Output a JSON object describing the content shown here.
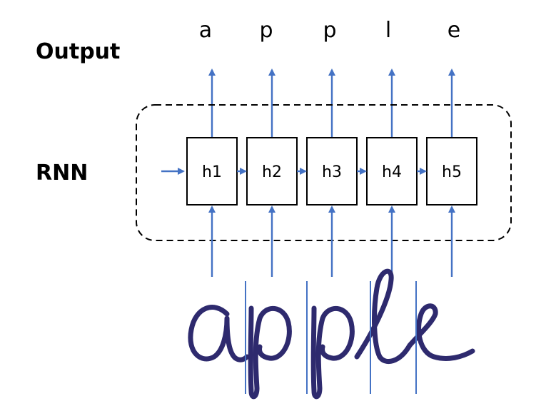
{
  "labels": {
    "output": "Output",
    "rnn": "RNN"
  },
  "output_chars": [
    "a",
    "p",
    "p",
    "l",
    "e"
  ],
  "cells": [
    "h1",
    "h2",
    "h3",
    "h4",
    "h5"
  ],
  "colors": {
    "arrow": "#4472c4",
    "ink": "#2e2a6e",
    "text": "#000000"
  }
}
